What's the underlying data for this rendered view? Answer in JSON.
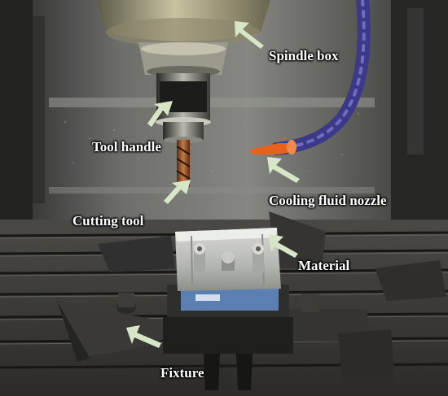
{
  "labels": {
    "spindle_box": "Spindle box",
    "tool_handle": "Tool handle",
    "cooling_fluid_nozzle": "Cooling fluid nozzle",
    "cutting_tool": "Cutting tool",
    "material": "Material",
    "fixture": "Fixture"
  },
  "colors": {
    "arrow": "#d7e6c7",
    "label_text": "#ffffff",
    "nozzle": "#e8621e",
    "coolant_hose": "#3c3a88"
  }
}
